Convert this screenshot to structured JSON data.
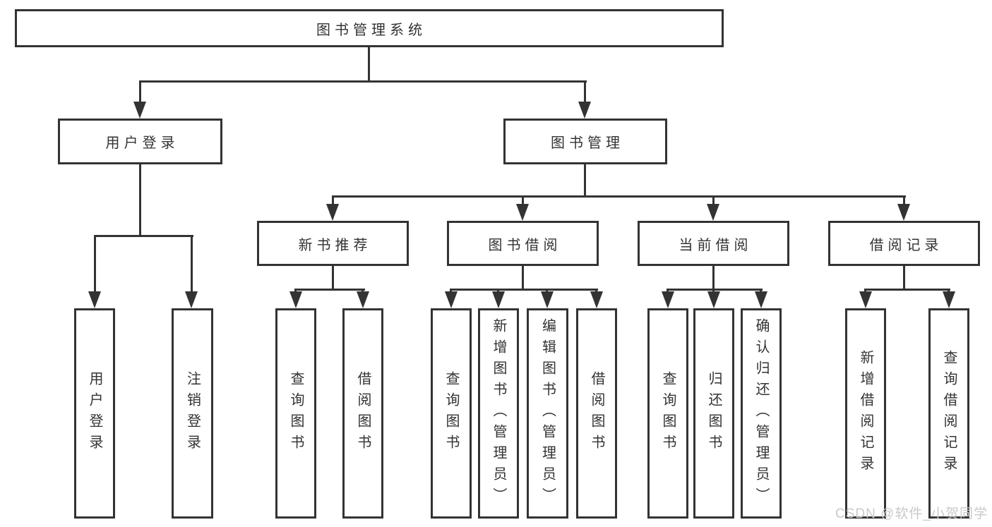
{
  "tree": {
    "root": "图书管理系统",
    "branches": [
      {
        "label": "用户登录",
        "children": [
          "用户登录",
          "注销登录"
        ]
      },
      {
        "label": "图书管理",
        "sections": [
          {
            "label": "新书推荐",
            "children": [
              "查询图书",
              "借阅图书"
            ]
          },
          {
            "label": "图书借阅",
            "children": [
              "查询图书",
              "新增图书（管理员）",
              "编辑图书（管理员）",
              "借阅图书"
            ]
          },
          {
            "label": "当前借阅",
            "children": [
              "查询图书",
              "归还图书",
              "确认归还（管理员）"
            ]
          },
          {
            "label": "借阅记录",
            "children": [
              "新增借阅记录",
              "查询借阅记录"
            ]
          }
        ]
      }
    ]
  },
  "watermark": "CSDN @软件_小贺同学",
  "colors": {
    "line": "#333333",
    "text": "#333333",
    "background": "#ffffff",
    "watermark": "#c9c9c9"
  }
}
